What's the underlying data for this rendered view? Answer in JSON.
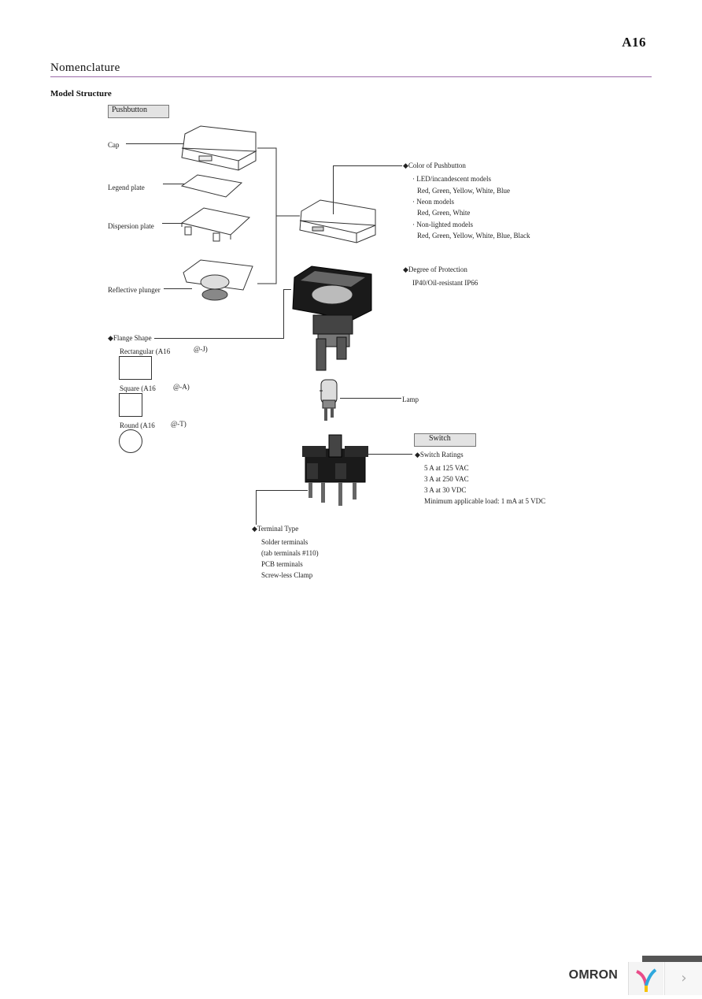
{
  "header": {
    "code": "A16",
    "title": "Nomenclature"
  },
  "section_title": "Model Structure",
  "pushbutton": {
    "tag": "Pushbutton",
    "parts": [
      "Cap",
      "Legend plate",
      "Dispersion plate",
      "Reflective plunger"
    ]
  },
  "color": {
    "title": "Color of Pushbutton",
    "lines": [
      "· LED/incandescent models",
      "Red, Green, Yellow, White, Blue",
      "· Neon models",
      "Red, Green, White",
      "· Non-lighted models",
      "Red, Green, Yellow, White, Blue, Black"
    ]
  },
  "protection": {
    "title": "Degree of Protection",
    "value": "IP40/Oil-resistant IP66"
  },
  "flange": {
    "title": "Flange Shape",
    "rect": {
      "label": "Rectangular (A16",
      "suffix": "@-J)"
    },
    "square": {
      "label": "Square (A16",
      "suffix": "@-A)"
    },
    "round": {
      "label": "Round (A16",
      "suffix": "@-T)"
    }
  },
  "lamp": "Lamp",
  "switch": {
    "tag": "Switch",
    "title": "Switch Ratings",
    "ratings": [
      "5 A at 125 VAC",
      "3 A at 250 VAC",
      "3 A at 30 VDC",
      "Minimum applicable load: 1 mA at 5 VDC"
    ]
  },
  "terminal": {
    "title": "Terminal Type",
    "lines": [
      "Solder terminals",
      "(tab terminals #110)",
      "PCB terminals",
      "Screw-less Clamp"
    ]
  },
  "footer": {
    "logo": "OMRON",
    "next_glyph": "›"
  },
  "icons": {
    "bullet": "diamond-bullet-icon",
    "next": "chevron-right-icon",
    "logo_mark": "ribbon-logo-icon"
  }
}
